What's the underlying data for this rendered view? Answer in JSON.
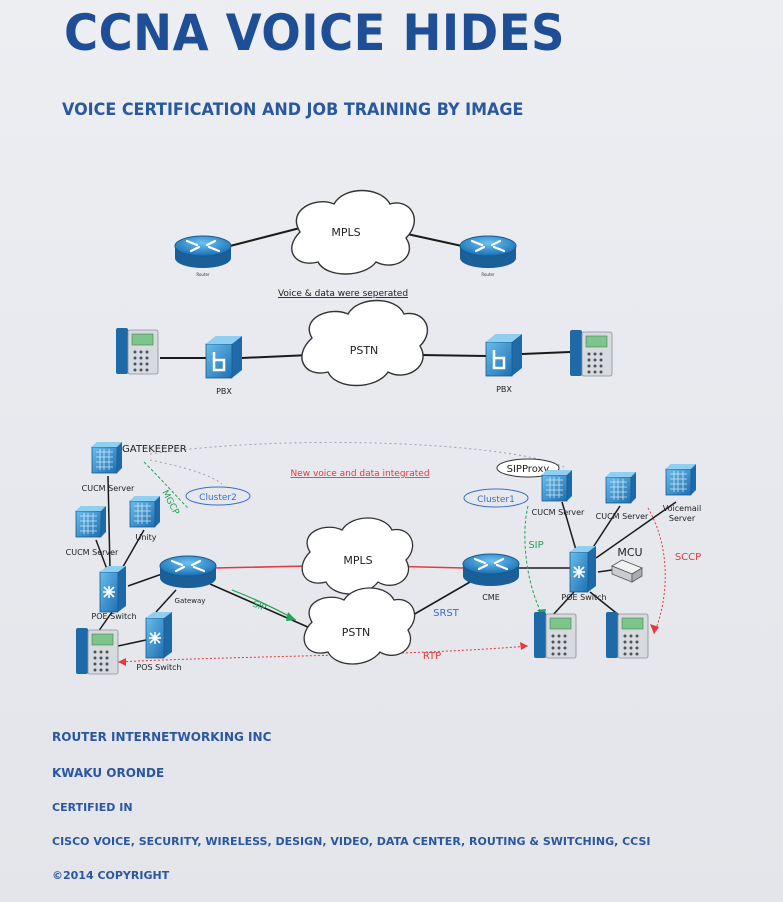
{
  "header": {
    "title": "CCNA VOICE HIDES",
    "subtitle": "VOICE CERTIFICATION AND JOB TRAINING BY IMAGE"
  },
  "diagram1": {
    "cloud_label": "MPLS",
    "router_left_caption": "Router",
    "router_right_caption": "Router",
    "caption": "Voice & data were seperated"
  },
  "diagram2": {
    "cloud_label": "PSTN",
    "pbx_left_label": "PBX",
    "pbx_right_label": "PBX"
  },
  "diagram3": {
    "heading": "New voice and data integrated",
    "gatekeeper_label": "GATEKEEPER",
    "left": {
      "cucm_top_label": "CUCM Server",
      "cucm_mid_label": "CUCM Server",
      "unity_label": "Unity",
      "mgcp_label": "MGCP",
      "cluster_label": "Cluster2",
      "poe_switch_label": "POE Switch",
      "gateway_label": "Gateway",
      "pos_switch_label": "POS Switch"
    },
    "center": {
      "mpls_label": "MPLS",
      "pstn_label": "PSTN",
      "sip_label": "SIP",
      "srst_label": "SRST",
      "rtp_label": "RTP",
      "cme_label": "CME"
    },
    "right": {
      "sipproxy_label": "SIPProxy",
      "cluster_label": "Cluster1",
      "cucm_a_label": "CUCM Server",
      "cucm_b_label": "CUCM Server",
      "voicemail_line1": "Voicemail",
      "voicemail_line2": "Server",
      "sip_label": "SIP",
      "mcu_label": "MCU",
      "sccp_label": "SCCP",
      "poe_switch_label": "POE Switch"
    },
    "colors": {
      "device_blue": "#2a86c8",
      "link_red": "#e23b3b",
      "protocol_green": "#22a35a",
      "cluster_blue": "#3a6fc4"
    }
  },
  "footer": {
    "company": "ROUTER INTERNETWORKING INC",
    "author": "KWAKU ORONDE",
    "certified": "CERTIFIED IN",
    "certifications": "CISCO VOICE, SECURITY, WIRELESS, DESIGN, VIDEO, DATA CENTER, ROUTING & SWITCHING, CCSI",
    "copyright": "©2014 COPYRIGHT"
  }
}
